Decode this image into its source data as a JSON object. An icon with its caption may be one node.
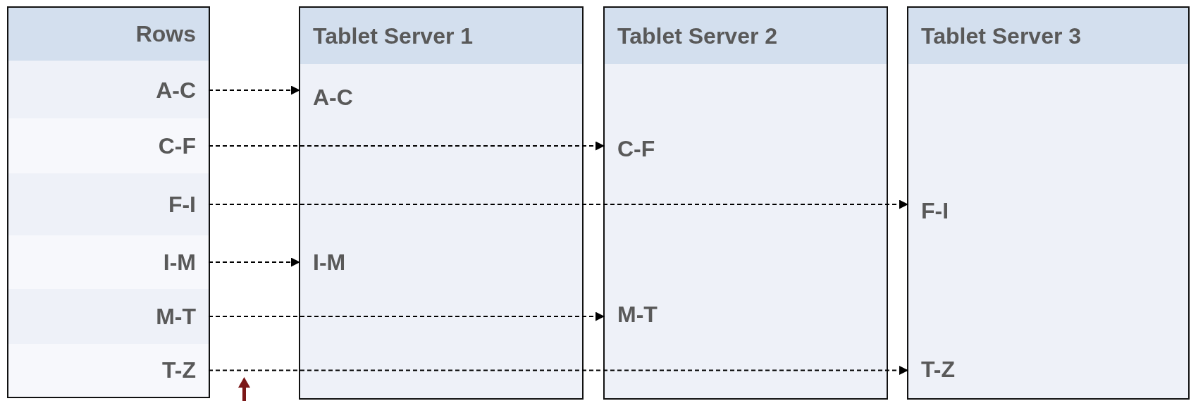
{
  "diagram": {
    "nodes": [
      {
        "text": [
          "Rows"
        ]
      },
      {
        "text": [
          "A-C"
        ],
        "in": 0
      },
      {
        "text": [
          "C-F"
        ],
        "in": 0
      },
      {
        "text": [
          "F-I"
        ],
        "in": 0
      },
      {
        "text": [
          "I-M"
        ],
        "in": 0
      },
      {
        "text": [
          "M-T"
        ],
        "in": 0
      },
      {
        "text": [
          "T-Z"
        ],
        "in": 0
      },
      {
        "text": [
          "Tablet Server 1"
        ]
      },
      {
        "text": [
          "A-C"
        ],
        "in": 7
      },
      {
        "text": [
          "I-M"
        ],
        "in": 7
      },
      {
        "text": [
          "Tablet Server 2"
        ]
      },
      {
        "text": [
          "C-F"
        ],
        "in": 10
      },
      {
        "text": [
          "M-T"
        ],
        "in": 10
      },
      {
        "text": [
          "Tablet Server 3"
        ]
      },
      {
        "text": [
          "F-I"
        ],
        "in": 13
      },
      {
        "text": [
          "T-Z"
        ],
        "in": 13
      }
    ],
    "edges": [
      {
        "from": 1,
        "to": 8,
        "arrow": "to",
        "style": "dashed"
      },
      {
        "from": 2,
        "to": 11,
        "arrow": "to",
        "style": "dashed"
      },
      {
        "from": 3,
        "to": 14,
        "arrow": "to",
        "style": "dashed"
      },
      {
        "from": 4,
        "to": 9,
        "arrow": "to",
        "style": "dashed"
      },
      {
        "from": 5,
        "to": 12,
        "arrow": "to",
        "style": "dashed"
      },
      {
        "from": 6,
        "to": 15,
        "arrow": "to",
        "style": "dashed"
      }
    ]
  }
}
